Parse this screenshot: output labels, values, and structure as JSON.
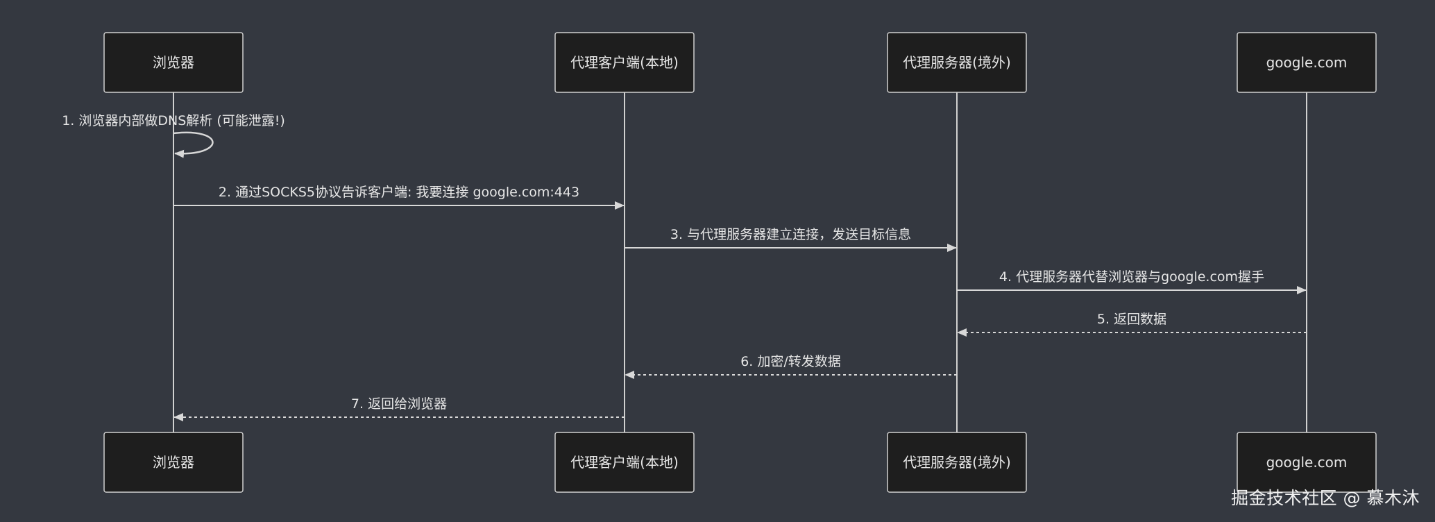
{
  "diagram": {
    "type": "sequence",
    "colors": {
      "background": "#343840",
      "box_fill": "#1e1e1e",
      "box_stroke": "#d0d0d0",
      "lifeline": "#d0d0d0",
      "text": "#e6e6e6"
    },
    "participants": [
      "浏览器",
      "代理客户端(本地)",
      "代理服务器(境外)",
      "google.com"
    ],
    "messages": [
      {
        "from": 0,
        "to": 0,
        "label": "1. 浏览器内部做DNS解析 (可能泄露!)",
        "style": "solid"
      },
      {
        "from": 0,
        "to": 1,
        "label": "2. 通过SOCKS5协议告诉客户端: 我要连接 google.com:443",
        "style": "solid"
      },
      {
        "from": 1,
        "to": 2,
        "label": "3. 与代理服务器建立连接，发送目标信息",
        "style": "solid"
      },
      {
        "from": 2,
        "to": 3,
        "label": "4. 代理服务器代替浏览器与google.com握手",
        "style": "solid"
      },
      {
        "from": 3,
        "to": 2,
        "label": "5. 返回数据",
        "style": "dashed"
      },
      {
        "from": 2,
        "to": 1,
        "label": "6. 加密/转发数据",
        "style": "dashed"
      },
      {
        "from": 1,
        "to": 0,
        "label": "7. 返回给浏览器",
        "style": "dashed"
      }
    ]
  },
  "watermark": "掘金技术社区 @ 慕木沐"
}
